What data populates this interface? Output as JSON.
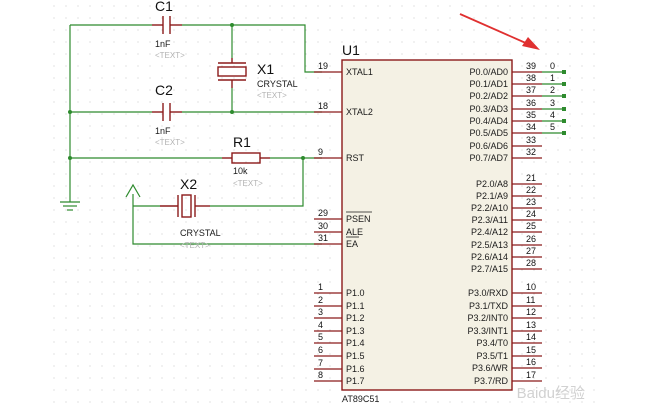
{
  "chip": {
    "ref": "U1",
    "name": "AT89C51",
    "left_pins": [
      {
        "num": "19",
        "name": "XTAL1"
      },
      {
        "num": "18",
        "name": "XTAL2"
      },
      {
        "num": "9",
        "name": "RST"
      },
      {
        "num": "29",
        "name": "PSEN"
      },
      {
        "num": "30",
        "name": "ALE"
      },
      {
        "num": "31",
        "name": "EA"
      },
      {
        "num": "1",
        "name": "P1.0"
      },
      {
        "num": "2",
        "name": "P1.1"
      },
      {
        "num": "3",
        "name": "P1.2"
      },
      {
        "num": "4",
        "name": "P1.3"
      },
      {
        "num": "5",
        "name": "P1.4"
      },
      {
        "num": "6",
        "name": "P1.5"
      },
      {
        "num": "7",
        "name": "P1.6"
      },
      {
        "num": "8",
        "name": "P1.7"
      }
    ],
    "right_pins": [
      {
        "num": "39",
        "name": "P0.0/AD0",
        "net": "0"
      },
      {
        "num": "38",
        "name": "P0.1/AD1",
        "net": "1"
      },
      {
        "num": "37",
        "name": "P0.2/AD2",
        "net": "2"
      },
      {
        "num": "36",
        "name": "P0.3/AD3",
        "net": "3"
      },
      {
        "num": "35",
        "name": "P0.4/AD4",
        "net": "4"
      },
      {
        "num": "34",
        "name": "P0.5/AD5",
        "net": "5"
      },
      {
        "num": "33",
        "name": "P0.6/AD6",
        "net": ""
      },
      {
        "num": "32",
        "name": "P0.7/AD7",
        "net": ""
      },
      {
        "num": "21",
        "name": "P2.0/A8",
        "net": ""
      },
      {
        "num": "22",
        "name": "P2.1/A9",
        "net": ""
      },
      {
        "num": "23",
        "name": "P2.2/A10",
        "net": ""
      },
      {
        "num": "24",
        "name": "P2.3/A11",
        "net": ""
      },
      {
        "num": "25",
        "name": "P2.4/A12",
        "net": ""
      },
      {
        "num": "26",
        "name": "P2.5/A13",
        "net": ""
      },
      {
        "num": "27",
        "name": "P2.6/A14",
        "net": ""
      },
      {
        "num": "28",
        "name": "P2.7/A15",
        "net": ""
      },
      {
        "num": "10",
        "name": "P3.0/RXD",
        "net": ""
      },
      {
        "num": "11",
        "name": "P3.1/TXD",
        "net": ""
      },
      {
        "num": "12",
        "name": "P3.2/INT0",
        "net": ""
      },
      {
        "num": "13",
        "name": "P3.3/INT1",
        "net": ""
      },
      {
        "num": "14",
        "name": "P3.4/T0",
        "net": ""
      },
      {
        "num": "15",
        "name": "P3.5/T1",
        "net": ""
      },
      {
        "num": "16",
        "name": "P3.6/WR",
        "net": ""
      },
      {
        "num": "17",
        "name": "P3.7/RD",
        "net": ""
      }
    ]
  },
  "components": {
    "c1": {
      "ref": "C1",
      "value": "1nF",
      "text": "<TEXT>"
    },
    "c2": {
      "ref": "C2",
      "value": "1nF",
      "text": "<TEXT>"
    },
    "x1": {
      "ref": "X1",
      "value": "CRYSTAL",
      "text": "<TEXT>"
    },
    "r1": {
      "ref": "R1",
      "value": "10k",
      "text": "<TEXT>"
    },
    "x2": {
      "ref": "X2",
      "value": "CRYSTAL",
      "text": "<TEXT>"
    }
  },
  "watermark": {
    "text": "Baidu经验"
  },
  "colors": {
    "wire": "#2e8b2e",
    "part": "#8b1a1a",
    "arrow": "#e03030",
    "grid": "#c8c8c8"
  }
}
